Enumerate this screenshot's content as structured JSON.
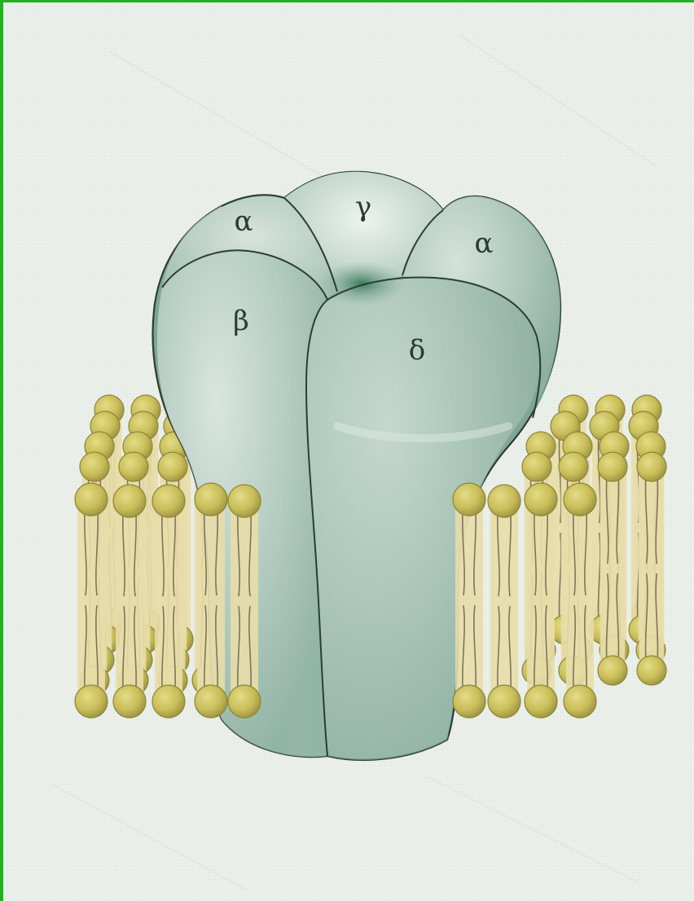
{
  "diagram": {
    "subunit_labels": {
      "alpha_left": "α",
      "gamma": "γ",
      "alpha_right": "α",
      "beta": "β",
      "delta": "δ"
    },
    "colors": {
      "border": "#1fb21f",
      "background": "#e9eee9",
      "protein_fill": "#92b4a6",
      "protein_light": "#cfe0d7",
      "protein_outline": "#2b3d36",
      "lipid_head": "#c8bd58",
      "lipid_head_edge": "#8e8536",
      "lipid_tail_band": "#e8ddaa",
      "lipid_tail_line": "#7d7658"
    }
  }
}
